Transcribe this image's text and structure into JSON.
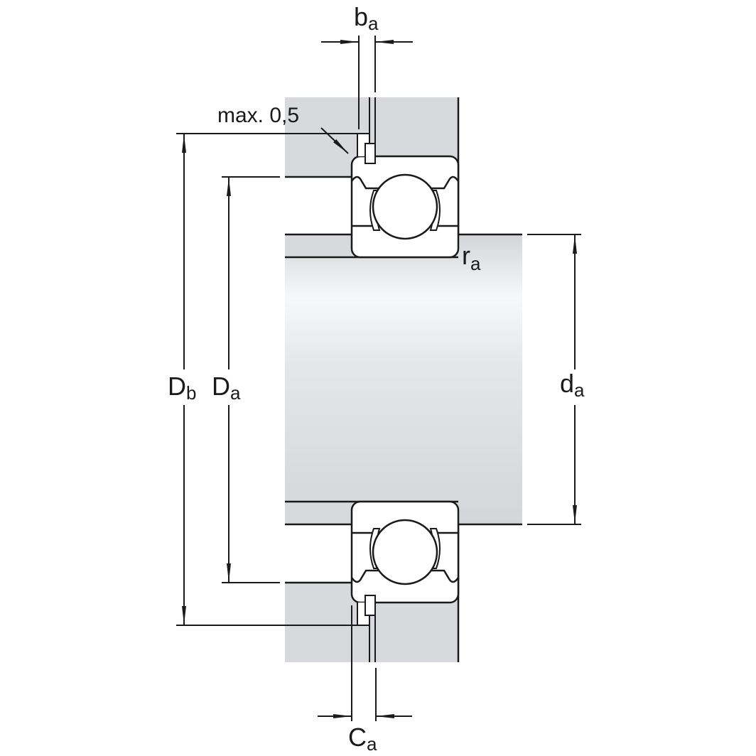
{
  "diagram": {
    "type": "bearing-mounting-dimensions",
    "description": "Sealed deep groove ball bearing with snap ring, abutment and fillet dimensions",
    "colors": {
      "housing_fill": "#d7d9dc",
      "shaft_light": "#f7f8f9",
      "shaft_dark": "#d3d5d8",
      "line": "#1a1a1a",
      "background": "#ffffff"
    },
    "labels": {
      "ba": {
        "main": "b",
        "sub": "a"
      },
      "max_note": "max. 0,5",
      "Db": {
        "main": "D",
        "sub": "b"
      },
      "Da": {
        "main": "D",
        "sub": "a"
      },
      "da": {
        "main": "d",
        "sub": "a"
      },
      "ra": {
        "main": "r",
        "sub": "a"
      },
      "Ca": {
        "main": "C",
        "sub": "a"
      }
    }
  }
}
